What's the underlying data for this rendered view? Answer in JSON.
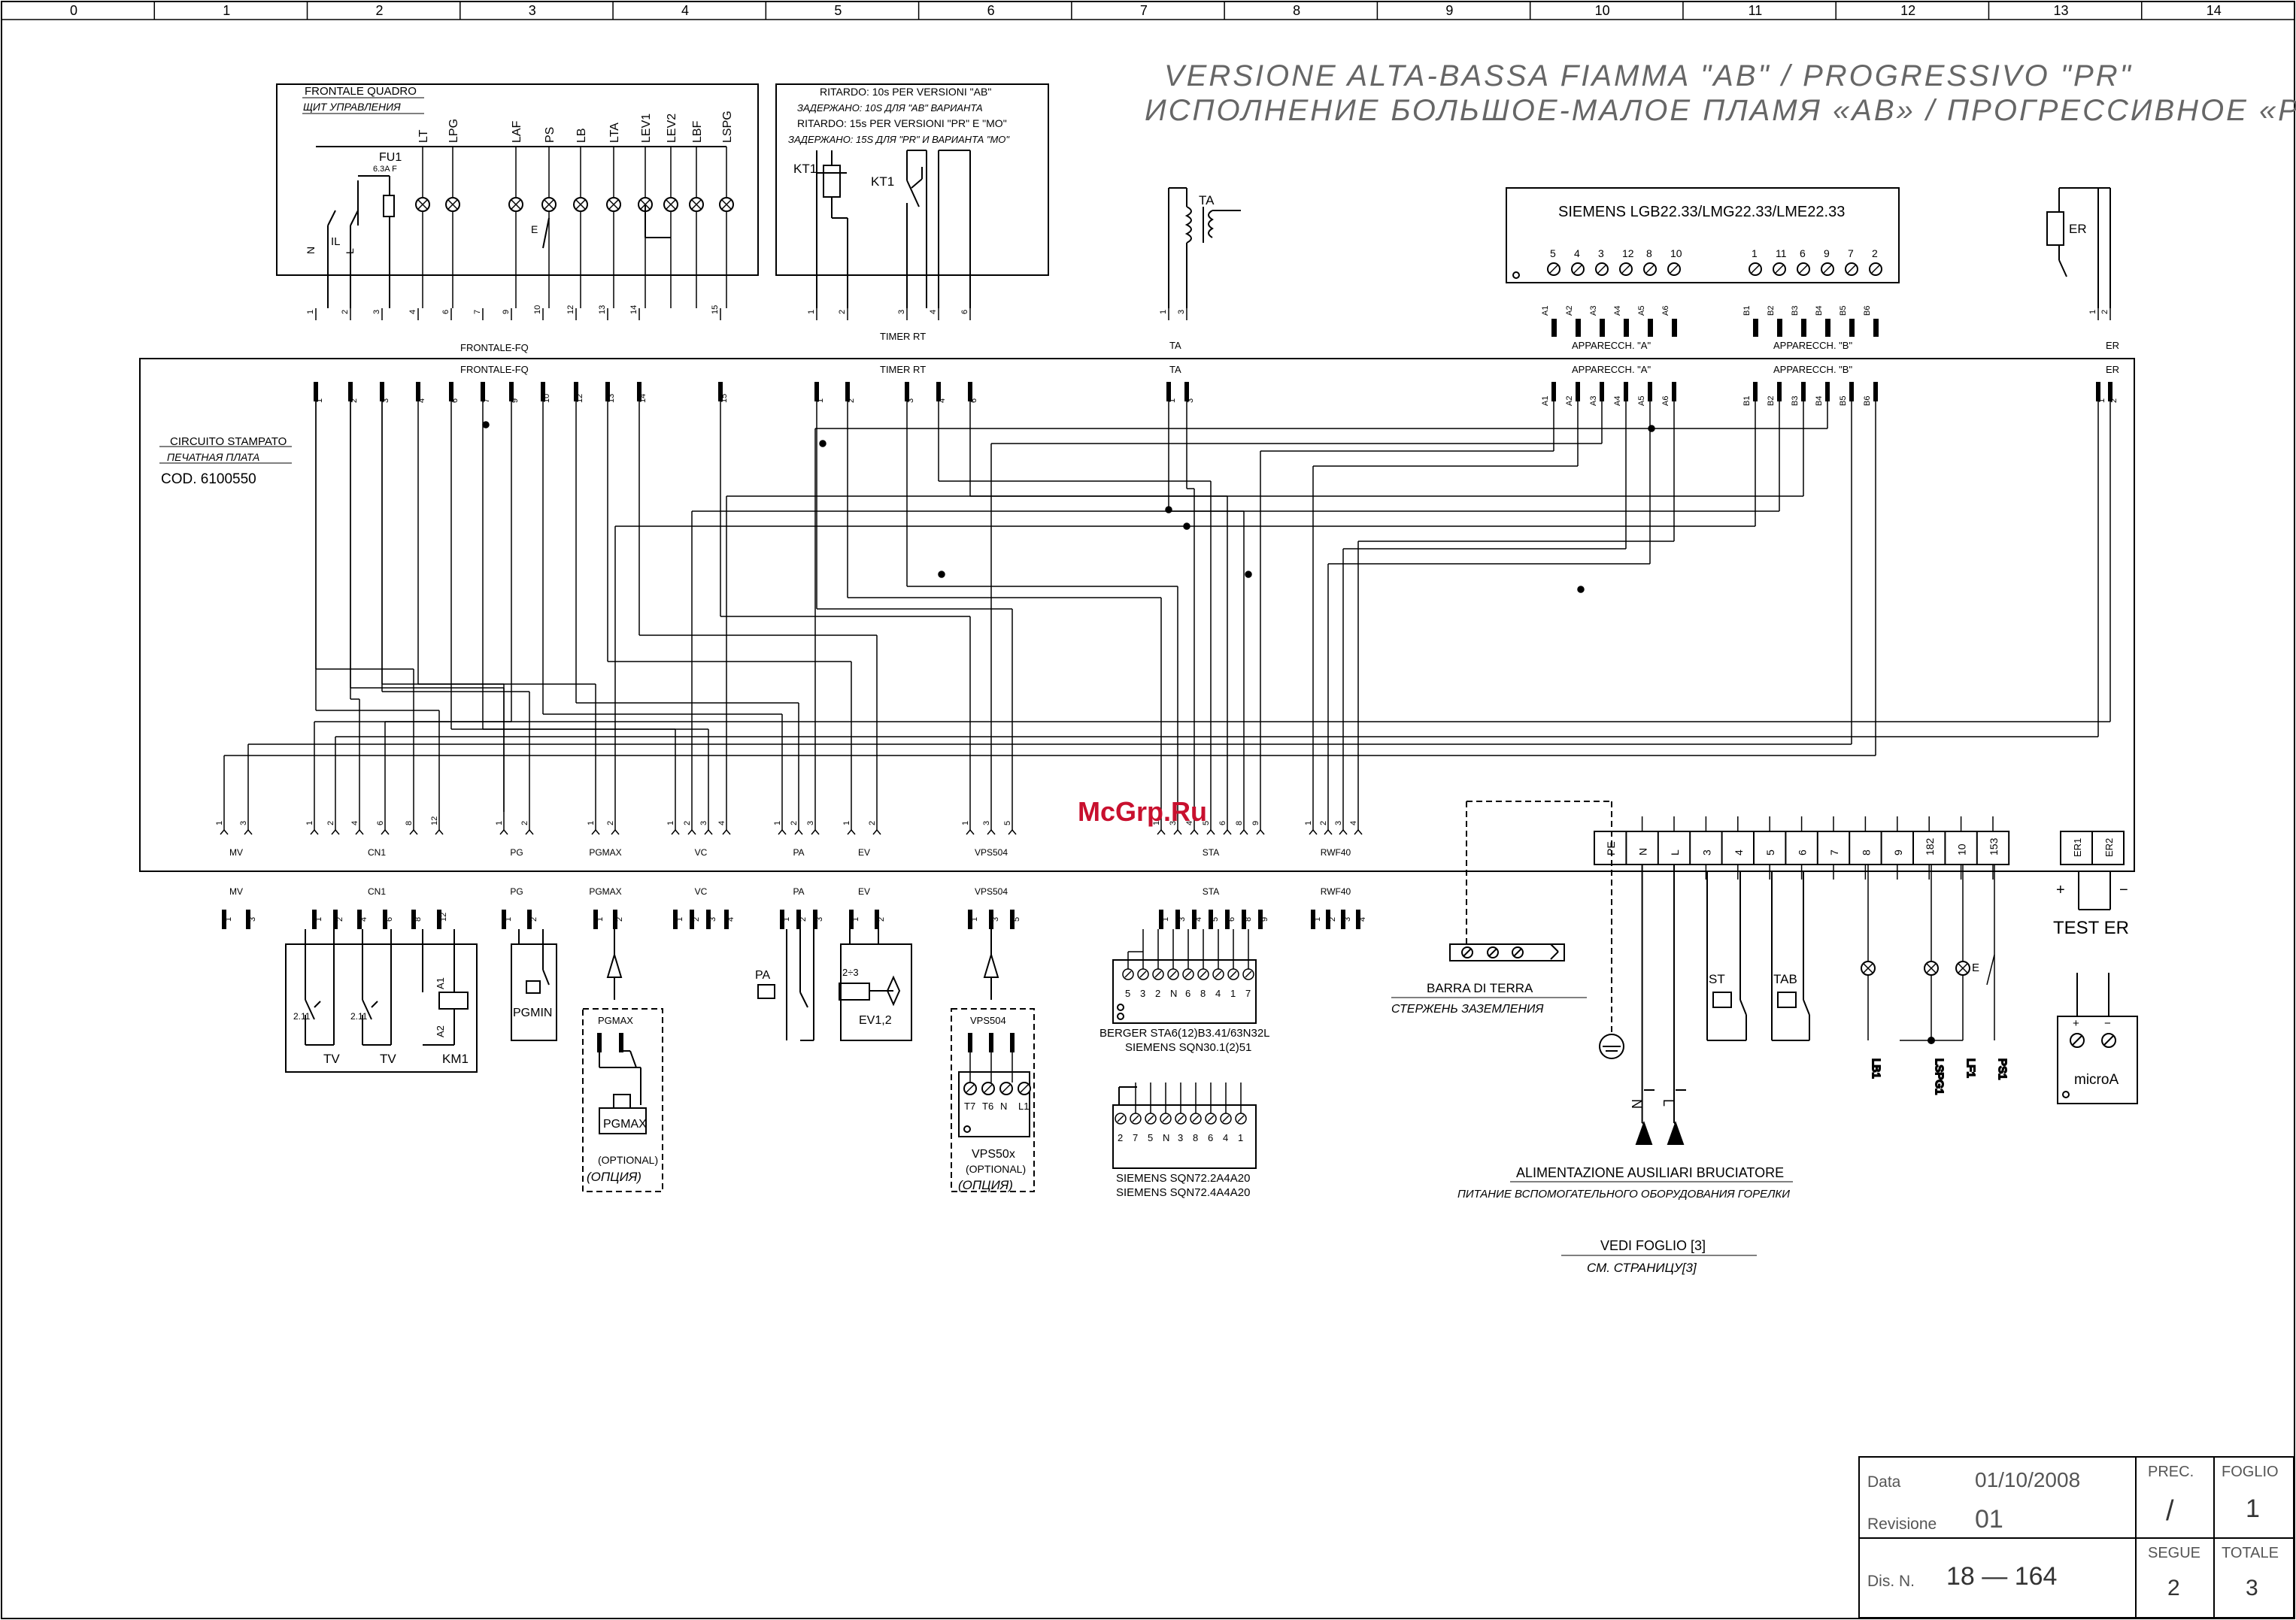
{
  "grid": {
    "columns": [
      "0",
      "1",
      "2",
      "3",
      "4",
      "5",
      "6",
      "7",
      "8",
      "9",
      "10",
      "11",
      "12",
      "13",
      "14"
    ]
  },
  "header": {
    "title_it": "VERSIONE ALTA-BASSA FIAMMA \"AB\" / PROGRESSIVO \"PR\"",
    "title_ru": "ИСПОЛНЕНИЕ БОЛЬШОЕ-МАЛОЕ ПЛАМЯ «AB» / ПРОГРЕССИВНОЕ «PR»"
  },
  "panel_box": {
    "title_it": "FRONTALE QUADRO",
    "title_ru": "ЩИТ УПРАВЛЕНИЯ",
    "fuse": "FU1",
    "fuse_rating": "6.3A F",
    "switch": "IL",
    "n_label": "N",
    "l_label": "L",
    "e_label": "E",
    "lamps": [
      "LT",
      "LPG",
      "LAF",
      "PS",
      "LB",
      "LTA",
      "LEV1",
      "LEV2",
      "LBF",
      "LSPG"
    ],
    "terminals": [
      "1",
      "2",
      "3",
      "4",
      "6",
      "7",
      "9",
      "10",
      "12",
      "13",
      "14",
      "15"
    ],
    "connector": "FRONTALE-FQ"
  },
  "timer_box": {
    "line1": "RITARDO: 10s PER VERSIONI \"AB\"",
    "line2": "ЗАДЕРЖАНО: 10S ДЛЯ \"AB\" ВАРИАНТА",
    "line3": "RITARDO: 15s PER VERSIONI \"PR\"  E \"MO\"",
    "line4": "ЗАДЕРЖАНО: 15S ДЛЯ \"PR\" И ВАРИАНТА \"MO\"",
    "coil": "KT1",
    "contact": "KT1",
    "terminals": [
      "1",
      "2",
      "3",
      "4",
      "6"
    ],
    "connector": "TIMER RT"
  },
  "ta": {
    "label": "TA",
    "terminals": [
      "1",
      "3"
    ],
    "connector": "TA"
  },
  "siemens": {
    "title": "SIEMENS LGB22.33/LMG22.33/LME22.33",
    "pins_a": [
      "5",
      "4",
      "3",
      "12",
      "8",
      "10"
    ],
    "pins_b": [
      "1",
      "11",
      "6",
      "9",
      "7",
      "2"
    ],
    "a_terms": [
      "A1",
      "A2",
      "A3",
      "A4",
      "A5",
      "A6"
    ],
    "b_terms": [
      "B1",
      "B2",
      "B3",
      "B4",
      "B5",
      "B6"
    ],
    "conn_a": "APPARECCH. \"A\"",
    "conn_b": "APPARECCH. \"B\""
  },
  "er": {
    "label": "ER",
    "terminals": [
      "1",
      "2"
    ],
    "connector": "ER"
  },
  "board": {
    "label_it": "CIRCUITO STAMPATO",
    "label_ru": "ПЕЧАТНАЯ ПЛАТА",
    "code": "COD. 6100550",
    "connectors": [
      {
        "name": "MV",
        "pins": [
          "1",
          "3"
        ]
      },
      {
        "name": "CN1",
        "pins": [
          "1",
          "2",
          "4",
          "6",
          "8",
          "12"
        ]
      },
      {
        "name": "PG",
        "pins": [
          "1",
          "2"
        ]
      },
      {
        "name": "PGMAX",
        "pins": [
          "1",
          "2"
        ]
      },
      {
        "name": "VC",
        "pins": [
          "1",
          "2",
          "3",
          "4"
        ]
      },
      {
        "name": "PA",
        "pins": [
          "1",
          "2",
          "3"
        ]
      },
      {
        "name": "EV",
        "pins": [
          "1",
          "2"
        ]
      },
      {
        "name": "VPS504",
        "pins": [
          "1",
          "3",
          "5"
        ]
      },
      {
        "name": "STA",
        "pins": [
          "1",
          "3",
          "4",
          "5",
          "6",
          "8",
          "9"
        ]
      },
      {
        "name": "RWF40",
        "pins": [
          "1",
          "2",
          "3",
          "4"
        ]
      }
    ],
    "terminal_strip": [
      "PE",
      "N",
      "L",
      "3",
      "4",
      "5",
      "6",
      "7",
      "8",
      "9",
      "182",
      "10",
      "153"
    ],
    "er_strip": [
      "ER1",
      "ER2"
    ]
  },
  "devices": {
    "cn1_items": [
      "TV",
      "TV",
      "KM1"
    ],
    "tv_rating": "2.11",
    "km_a1": "A1",
    "km_a2": "A2",
    "pgmin": "PGMIN",
    "pgmax_header": "PGMAX",
    "pgmax_device": "PGMAX",
    "optional": "(OPTIONAL)",
    "optional_ru": "(ОПЦИЯ)",
    "pa": "PA",
    "ev": "EV1,2",
    "ev_rating": "2÷3",
    "vps_header": "VPS504",
    "vps_device": "VPS50x",
    "vps_pins": [
      "T7",
      "T6",
      "N",
      "L1"
    ],
    "sta_pins1": [
      "5",
      "3",
      "2",
      "N",
      "6",
      "8",
      "4",
      "1",
      "7"
    ],
    "sta_label1": "BERGER STA6(12)B3.41/63N32L",
    "sta_label2": "SIEMENS SQN30.1(2)51",
    "sqn_pins": [
      "2",
      "7",
      "5",
      "N",
      "3",
      "8",
      "6",
      "4",
      "1"
    ],
    "sqn_label1": "SIEMENS SQN72.2A4A20",
    "sqn_label2": "SIEMENS SQN72.4A4A20",
    "earth_it": "BARRA DI TERRA",
    "earth_ru": "СТЕРЖЕНЬ ЗАЗЕМЛЕНИЯ",
    "st": "ST",
    "tab": "TAB",
    "lamps_bottom": [
      "LB1",
      "LSPG1",
      "LF1",
      "PS1"
    ],
    "e_bottom": "E",
    "test_er": "TEST ER",
    "plus": "+",
    "minus": "−",
    "microa": "microA",
    "supply_n": "N",
    "supply_l": "L",
    "supply_it": "ALIMENTAZIONE AUSILIARI BRUCIATORE",
    "supply_ru": "ПИТАНИЕ ВСПОМОГАТЕЛЬНОГО ОБОРУДОВАНИЯ ГОРЕЛКИ",
    "vedi_it": "VEDI FOGLIO [3]",
    "vedi_ru": "СМ. СТРАНИЦУ[3]"
  },
  "watermark": "McGrp.Ru",
  "title_block": {
    "data_label": "Data",
    "data_value": "01/10/2008",
    "rev_label": "Revisione",
    "rev_value": "01",
    "dis_label": "Dis. N.",
    "dis_value": "18  —  164",
    "prec_label": "PREC.",
    "prec_value": "/",
    "foglio_label": "FOGLIO",
    "foglio_value": "1",
    "segue_label": "SEGUE",
    "segue_value": "2",
    "totale_label": "TOTALE",
    "totale_value": "3"
  }
}
